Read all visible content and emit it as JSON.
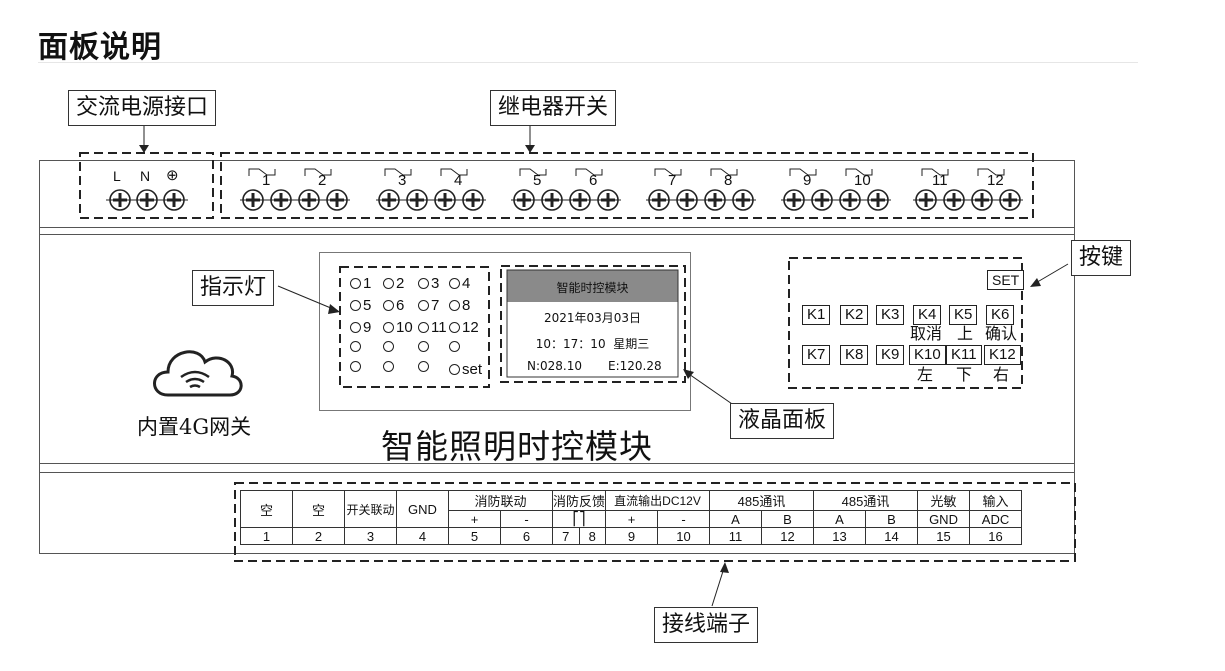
{
  "title": "面板说明",
  "callouts": {
    "ac_power": "交流电源接口",
    "relay": "继电器开关",
    "indicator": "指示灯",
    "keys": "按键",
    "lcd": "液晶面板",
    "terminal": "接线端子"
  },
  "power_terminals": [
    "L",
    "N",
    "⊕"
  ],
  "relay_numbers": [
    "1",
    "2",
    "3",
    "4",
    "5",
    "6",
    "7",
    "8",
    "9",
    "10",
    "11",
    "12"
  ],
  "indicators": [
    [
      "1",
      "2",
      "3",
      "4"
    ],
    [
      "5",
      "6",
      "7",
      "8"
    ],
    [
      "9",
      "10",
      "11",
      "12"
    ],
    [
      "",
      "",
      "",
      ""
    ],
    [
      "",
      "",
      "",
      "set"
    ]
  ],
  "lcd": {
    "header": "智能时控模块",
    "date": "2021年03月03日",
    "time": "10：17：10  星期三",
    "coords_n": "N:028.10",
    "coords_e": "E:120.28"
  },
  "keys": {
    "set": "SET",
    "row1": [
      "K1",
      "K2",
      "K3",
      "K4",
      "K5",
      "K6"
    ],
    "row1_hints": [
      "取消",
      "上",
      "确认"
    ],
    "row2": [
      "K7",
      "K8",
      "K9",
      "K10",
      "K11",
      "K12"
    ],
    "row2_hints": [
      "左",
      "下",
      "右"
    ]
  },
  "gateway_label": "内置4G网关",
  "module_name": "智能照明时控模块",
  "terminal_table": {
    "row1": [
      "空",
      "空",
      "开关联动",
      "GND",
      "消防联动",
      "消防反馈",
      "直流输出DC12V",
      "485通讯",
      "485通讯",
      "光敏",
      "输入"
    ],
    "row2": [
      "+",
      "-",
      "⎡⎤",
      "+",
      "-",
      "A",
      "B",
      "A",
      "B",
      "GND",
      "ADC"
    ],
    "numbers": [
      "1",
      "2",
      "3",
      "4",
      "5",
      "6",
      "7",
      "8",
      "9",
      "10",
      "11",
      "12",
      "13",
      "14",
      "15",
      "16"
    ]
  }
}
